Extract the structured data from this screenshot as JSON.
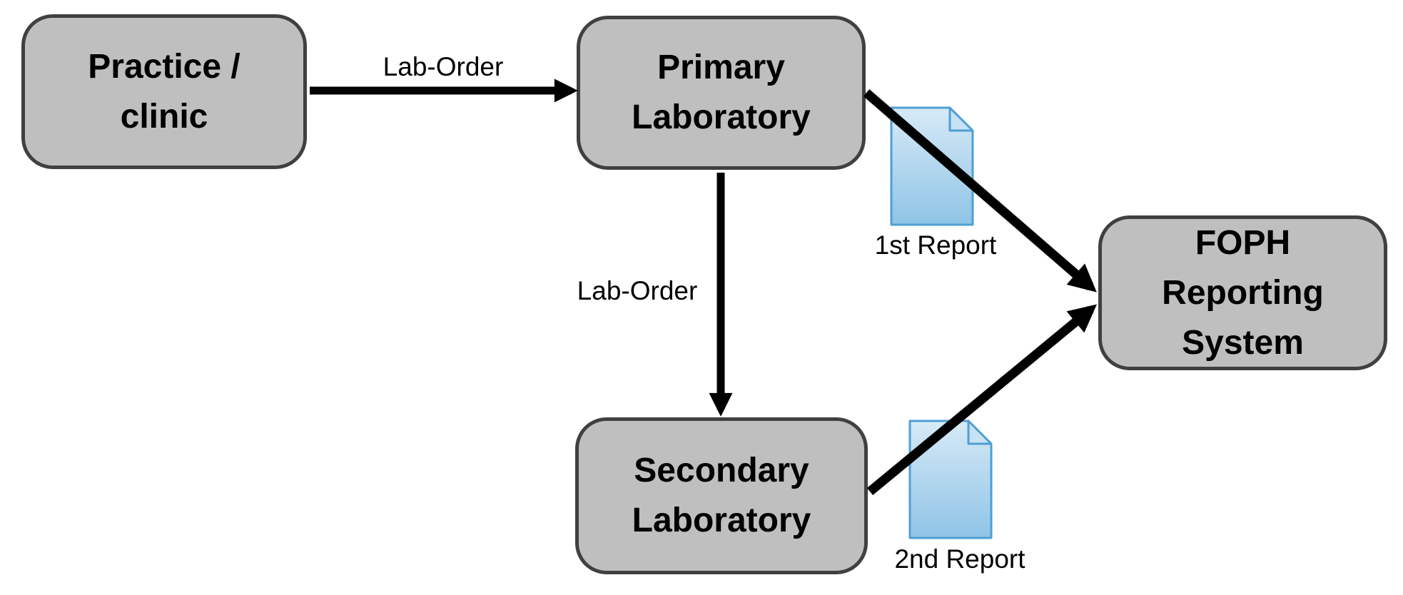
{
  "diagram": {
    "nodes": [
      {
        "id": "practice-clinic",
        "lines": [
          "Practice /",
          "clinic"
        ]
      },
      {
        "id": "primary-laboratory",
        "lines": [
          "Primary",
          "Laboratory"
        ]
      },
      {
        "id": "secondary-laboratory",
        "lines": [
          "Secondary",
          "Laboratory"
        ]
      },
      {
        "id": "foph-reporting-system",
        "lines": [
          "FOPH",
          "Reporting",
          "System"
        ]
      }
    ],
    "edges": [
      {
        "from": "practice-clinic",
        "to": "primary-laboratory",
        "label": "Lab-Order"
      },
      {
        "from": "primary-laboratory",
        "to": "secondary-laboratory",
        "label": "Lab-Order"
      },
      {
        "from": "primary-laboratory",
        "to": "foph-reporting-system",
        "label": ""
      },
      {
        "from": "secondary-laboratory",
        "to": "foph-reporting-system",
        "label": ""
      }
    ],
    "documents": [
      {
        "id": "first-report",
        "label": "1st Report",
        "icon": "document-icon"
      },
      {
        "id": "second-report",
        "label": "2nd Report",
        "icon": "document-icon"
      }
    ],
    "colors": {
      "background": "#ffffff",
      "node_fill": "#bfbfbf",
      "node_border": "#404040",
      "text": "#000000",
      "arrow": "#000000",
      "document_fill_light": "#d7eaf7",
      "document_fill_dark": "#8fc4e6",
      "document_flap": "#c7e2f2",
      "document_border": "#4f9fd4"
    }
  }
}
